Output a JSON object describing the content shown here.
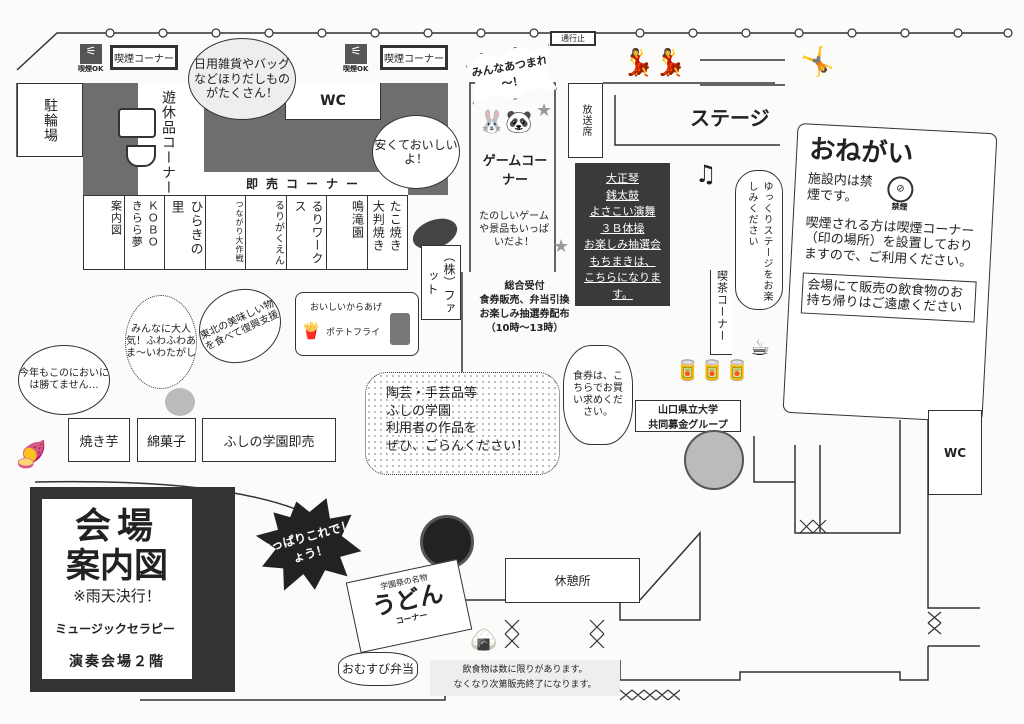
{
  "title": {
    "line1": "会場",
    "line2": "案内図",
    "rain": "※雨天決行！",
    "music": "ミュージックセラピー",
    "music_place": "演奏会場２階"
  },
  "smoking": {
    "icon_label": "喫煙OK",
    "corner": "喫煙コーナー"
  },
  "road_closed": "通行止",
  "areas": {
    "bicycle_parking": "駐輪場",
    "idle_goods": "遊休品コーナー",
    "wc": "WC",
    "sale_corner": "即売コーナー",
    "broadcast": "放送席",
    "stage": "ステージ",
    "game_corner": "ゲームコーナー",
    "cafe": "喫茶コーナー",
    "rest": "休憩所",
    "wc2": "WC",
    "fat": "（株）ファット"
  },
  "stalls": [
    "案内図",
    "ＫＯＢＯ",
    "きらら夢",
    "ひらきの里",
    "つながり大作戦",
    "るりがくえん",
    "るりワークス",
    "鳴滝園",
    "大判焼き",
    "たこ焼き"
  ],
  "lower_stalls": [
    "焼き芋",
    "綿菓子",
    "ふしの学園即売"
  ],
  "reception": {
    "title": "総合受付",
    "line1": "食券販売、弁当引換",
    "line2": "お楽しみ抽選券配布",
    "line3": "（10時～13時）"
  },
  "stage_program": [
    "大正琴",
    "銭太鼓",
    "よさこい演舞",
    "３Ｂ体操",
    "お楽しみ抽選会",
    "もちまきは、",
    "こちらになります。"
  ],
  "bubbles": {
    "goods": "日用雑貨やバッグなどほりだしものがたくさん！",
    "cheap": "安くておいしいよ！",
    "gather": "みんなあつまれ～！",
    "game": "たのしいゲームや景品もいっぱいだよ！",
    "stage_relax": "ゆっくりステージをお楽しみください",
    "ticket": "食券は、こちらでお買い求めください。",
    "karaage": "おいしいからあげ",
    "potato": "ポテトフライ",
    "imo": "今年もこのにおいには勝てません…",
    "wata": "みんなに大人気！ふわふわあま～いわたがし",
    "tohoku": "東北の美味しい物を食べて復興支援",
    "crafts": [
      "陶芸・手芸品等",
      "ふしの学園",
      "利用者の作品を",
      "ぜひ、ごらんください！"
    ],
    "yappari": "やっぱりこれでしょう！",
    "omusubi": "おむすび弁当"
  },
  "udon": {
    "sub": "学園祭の名物",
    "main": "うどん",
    "corner": "コーナー"
  },
  "notice": {
    "title": "おねがい",
    "p1": "施設内は禁煙です。",
    "no_smoking": "禁煙",
    "p2": "喫煙される方は喫煙コーナー（",
    "p2b": "印の場所）を設置しておりますので、ご利用ください。",
    "box": "会場にて販売の飲食物のお持ち帰りはご遠慮ください"
  },
  "group": {
    "line1": "山口県立大学",
    "line2": "共同募金グループ"
  },
  "food_note": {
    "line1": "飲食物は数に限りがあります。",
    "line2": "なくなり次第販売終了になります。"
  }
}
